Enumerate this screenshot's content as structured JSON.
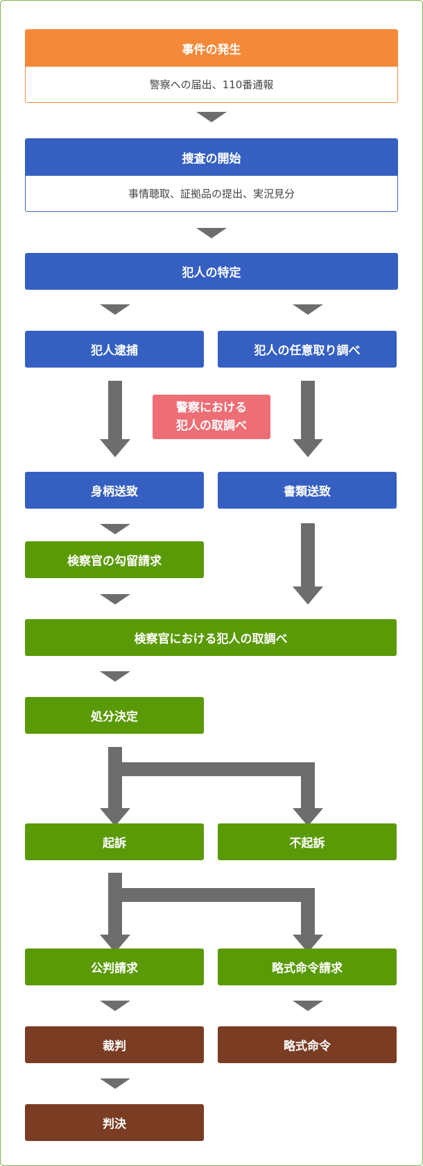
{
  "colors": {
    "orange": "#f5893a",
    "blue": "#3560c2",
    "green": "#5a9a06",
    "brown": "#7a3c22",
    "pink": "#ee6e76",
    "arrow": "#6d6d6d",
    "frame": "#7fb44a"
  },
  "steps": {
    "incident": {
      "title": "事件の発生",
      "detail": "警察への届出、110番通報"
    },
    "investigation": {
      "title": "捜査の開始",
      "detail": "事情聴取、証拠品の提出、実況見分"
    },
    "identify": "犯人の特定",
    "arrest": "犯人逮捕",
    "voluntary": "犯人の任意取り調べ",
    "police_interrogation": {
      "line1": "警察における",
      "line2": "犯人の取調べ"
    },
    "custody_transfer": "身柄送致",
    "document_transfer": "書類送致",
    "detention_request": "検察官の勾留請求",
    "prosecutor_interrogation": "検察官における犯人の取調べ",
    "disposition": "処分決定",
    "indictment": "起訴",
    "non_indictment": "不起訴",
    "public_trial_request": "公判請求",
    "summary_order_request": "略式命令請求",
    "trial": "裁判",
    "summary_order": "略式命令",
    "judgment": "判決"
  }
}
